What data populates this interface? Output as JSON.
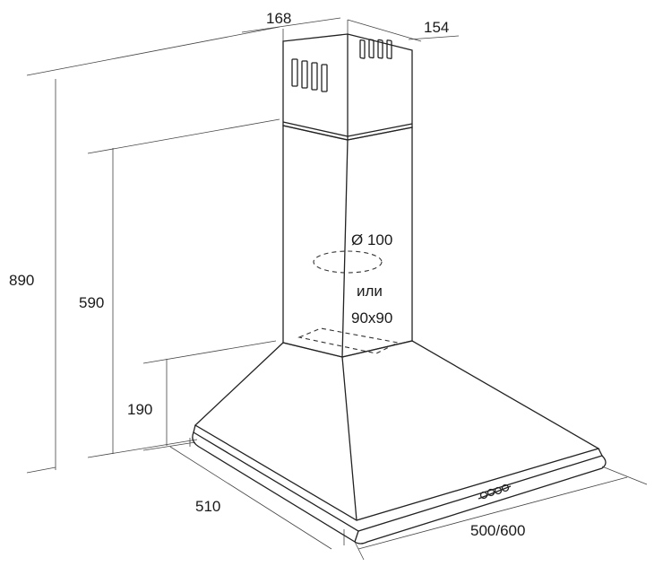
{
  "dimensions": {
    "chimney_width": "168",
    "chimney_depth": "154",
    "total_height": "890",
    "chimney_height": "590",
    "canopy_height": "190",
    "canopy_depth": "510",
    "canopy_width": "500/600"
  },
  "duct": {
    "round": "Ø 100",
    "or_word": "или",
    "square": "90x90"
  }
}
